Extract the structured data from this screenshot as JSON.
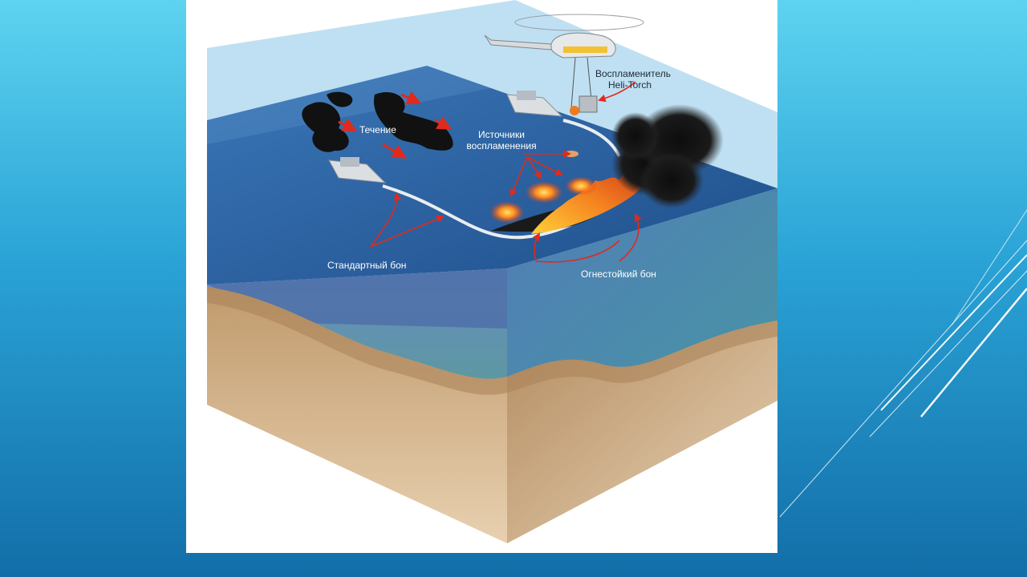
{
  "labels": {
    "igniter_line1": "Воспламенитель",
    "igniter_line2": "Heli-Torch",
    "current": "Течение",
    "ignition_line1": "Источники",
    "ignition_line2": "воспламенения",
    "standard_boom": "Стандартный бон",
    "fireproof_boom": "Огнестойкий бон"
  },
  "colors": {
    "slide_top": "#5ed3f0",
    "slide_bottom": "#136ea8",
    "water_surface": "#2e6aa8",
    "sand": "#d2b48c",
    "arrows": "#e02a1c",
    "fire": "#f5821f",
    "smoke": "#141414"
  }
}
